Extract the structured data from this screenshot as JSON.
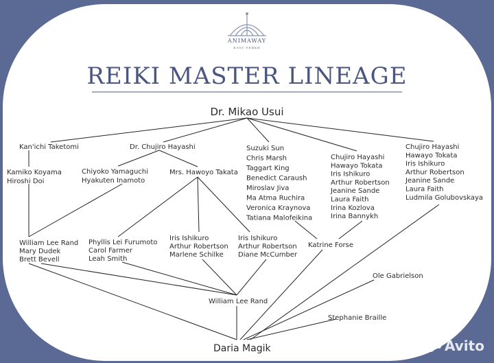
{
  "header": {
    "brand": "ANIMAWAY",
    "tagline": "БЛОГ РЕЙКИ",
    "title": "REIKI MASTER LINEAGE"
  },
  "watermark": "Avito",
  "colors": {
    "frame": "#5b6a94",
    "panel": "#ffffff",
    "title": "#4a5680",
    "text": "#2a2a2a",
    "lines": "#222222"
  },
  "nodes": {
    "root": [
      "Dr. Mikao Usui"
    ],
    "taketomi": [
      "Kan'ichi Taketomi"
    ],
    "hayashi": [
      "Dr. Chujiro Hayashi"
    ],
    "suzuki": [
      "Suzuki Sun",
      "Chris Marsh",
      "Taggart King",
      "Benedict Caraush",
      "Miroslav Jiva",
      "Ma Atma Ruchira",
      "Veronica Kraynova",
      "Tatiana Malofeikina"
    ],
    "chujiro1": [
      "Chujiro Hayashi",
      "Hawayo Tokata",
      "Iris Ishikuro",
      "Arthur Robertson",
      "Jeanine Sande",
      "Laura Faith",
      "Irina Kozlova",
      "Irina Bannykh"
    ],
    "chujiro2": [
      "Chujiro Hayashi",
      "Hawayo Tokata",
      "Iris Ishikuro",
      "Arthur Robertson",
      "Jeanine Sande",
      "Laura Faith",
      "Ludmila Golubovskaya"
    ],
    "koyama": [
      "Kamiko Koyama",
      "Hiroshi Doi"
    ],
    "yamaguchi": [
      "Chiyoko Yamaguchi",
      "Hyakuten Inamoto"
    ],
    "takata": [
      "Mrs. Hawoyo Takata"
    ],
    "rand": [
      "William Lee Rand",
      "Mary Dudek",
      "Brett Bevell"
    ],
    "phyllis": [
      "Phyllis Lei Furumoto",
      "Carol Farmer",
      "Leah Smith"
    ],
    "iris1": [
      "Iris Ishikuro",
      "Arthur Robertson",
      "Marlene Schilke"
    ],
    "iris2": [
      "Iris Ishikuro",
      "Arthur Robertson",
      "Diane McCumber"
    ],
    "forse": [
      "Katrine Forse"
    ],
    "ole": [
      "Ole Gabrielson"
    ],
    "william": [
      "William Lee Rand"
    ],
    "stephanie": [
      "Stephanie Braille"
    ],
    "daria": [
      "Daria Magik"
    ]
  }
}
